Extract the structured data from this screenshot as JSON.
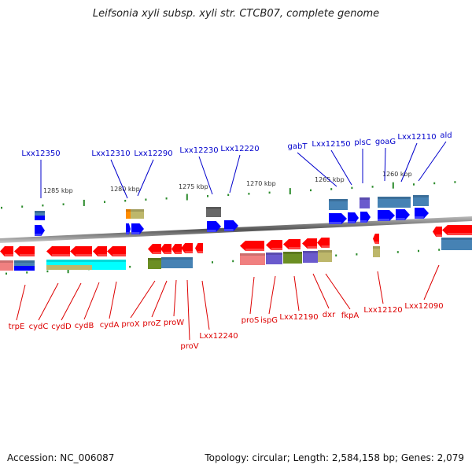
{
  "title": "Leifsonia xyli subsp. xyli str. CTCB07, complete genome",
  "footer": {
    "accession": "Accession: NC_006087",
    "summary": "Topology: circular; Length: 2,584,158 bp; Genes: 2,079"
  },
  "colors": {
    "forward_cds": "#0000ff",
    "reverse_cds": "#ff0000",
    "forward_label": "#0000cc",
    "reverse_label": "#dd0000",
    "backbone": "#808080",
    "tick": "#2a8a2a",
    "scale_text": "#333333"
  },
  "scale_labels": [
    "1285 kbp",
    "1280 kbp",
    "1275 kbp",
    "1270 kbp",
    "1265 kbp",
    "1260 kbp"
  ],
  "forward_genes": [
    "Lxx12350",
    "Lxx12310",
    "Lxx12290",
    "Lxx12230",
    "Lxx12220",
    "gabT",
    "Lxx12150",
    "plsC",
    "goaG",
    "Lxx12110",
    "ald"
  ],
  "reverse_genes": [
    "trpE",
    "cydC",
    "cydD",
    "cydB",
    "cydA",
    "proX",
    "proZ",
    "proW",
    "proV",
    "Lxx12240",
    "proS",
    "ispG",
    "Lxx12190",
    "dxr",
    "fkpA",
    "Lxx12120",
    "Lxx12090"
  ]
}
